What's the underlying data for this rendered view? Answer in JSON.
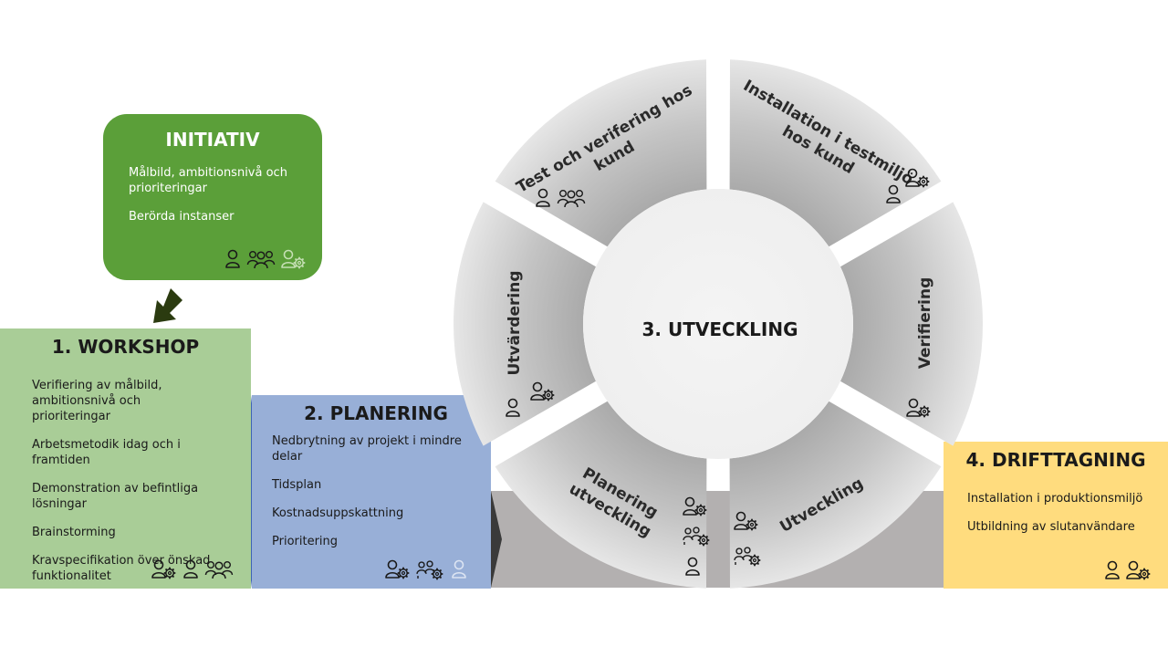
{
  "initiativ": {
    "title": "INITIATIV",
    "items": [
      "Målbild, ambitionsnivå och prioriteringar",
      "Berörda instanser"
    ]
  },
  "workshop": {
    "title": "1. WORKSHOP",
    "items": [
      "Verifiering av målbild, ambitionsnivå och prioriteringar",
      "Arbetsmetodik idag och i framtiden",
      "Demonstration av befintliga lösningar",
      "Brainstorming",
      "Kravspecifikation över önskad funktionalitet"
    ]
  },
  "planering": {
    "title": "2. PLANERING",
    "items": [
      "Nedbrytning av projekt i mindre delar",
      "Tidsplan",
      "Kostnadsuppskattning",
      "Prioritering"
    ]
  },
  "utveckling": {
    "title": "3. UTVECKLING",
    "segments": {
      "test": [
        "Test och verifering hos",
        "kund"
      ],
      "installation": [
        "Installation  i testmiljö",
        "hos kund"
      ],
      "verifiering": [
        "Verifiering"
      ],
      "utveckling": [
        "Utveckling"
      ],
      "planering_utv": [
        "Planering",
        "utveckling"
      ],
      "utvardering": [
        "Utvärdering"
      ]
    }
  },
  "drift": {
    "title": "4. DRIFTTAGNING",
    "items": [
      "Installation i produktionsmiljö",
      "Utbildning av slutanvändare"
    ]
  },
  "icons": {
    "person": "person-icon",
    "group": "group-icon",
    "person_gear": "person-gear-icon",
    "group_gear": "group-gear-icon"
  },
  "colors": {
    "initiativ": "#5b9f39",
    "workshop": "#a9cd97",
    "planering": "#98afd7",
    "drift": "#ffdc7e",
    "ring": "#c8c8c8",
    "arrow": "#2b3b10"
  }
}
